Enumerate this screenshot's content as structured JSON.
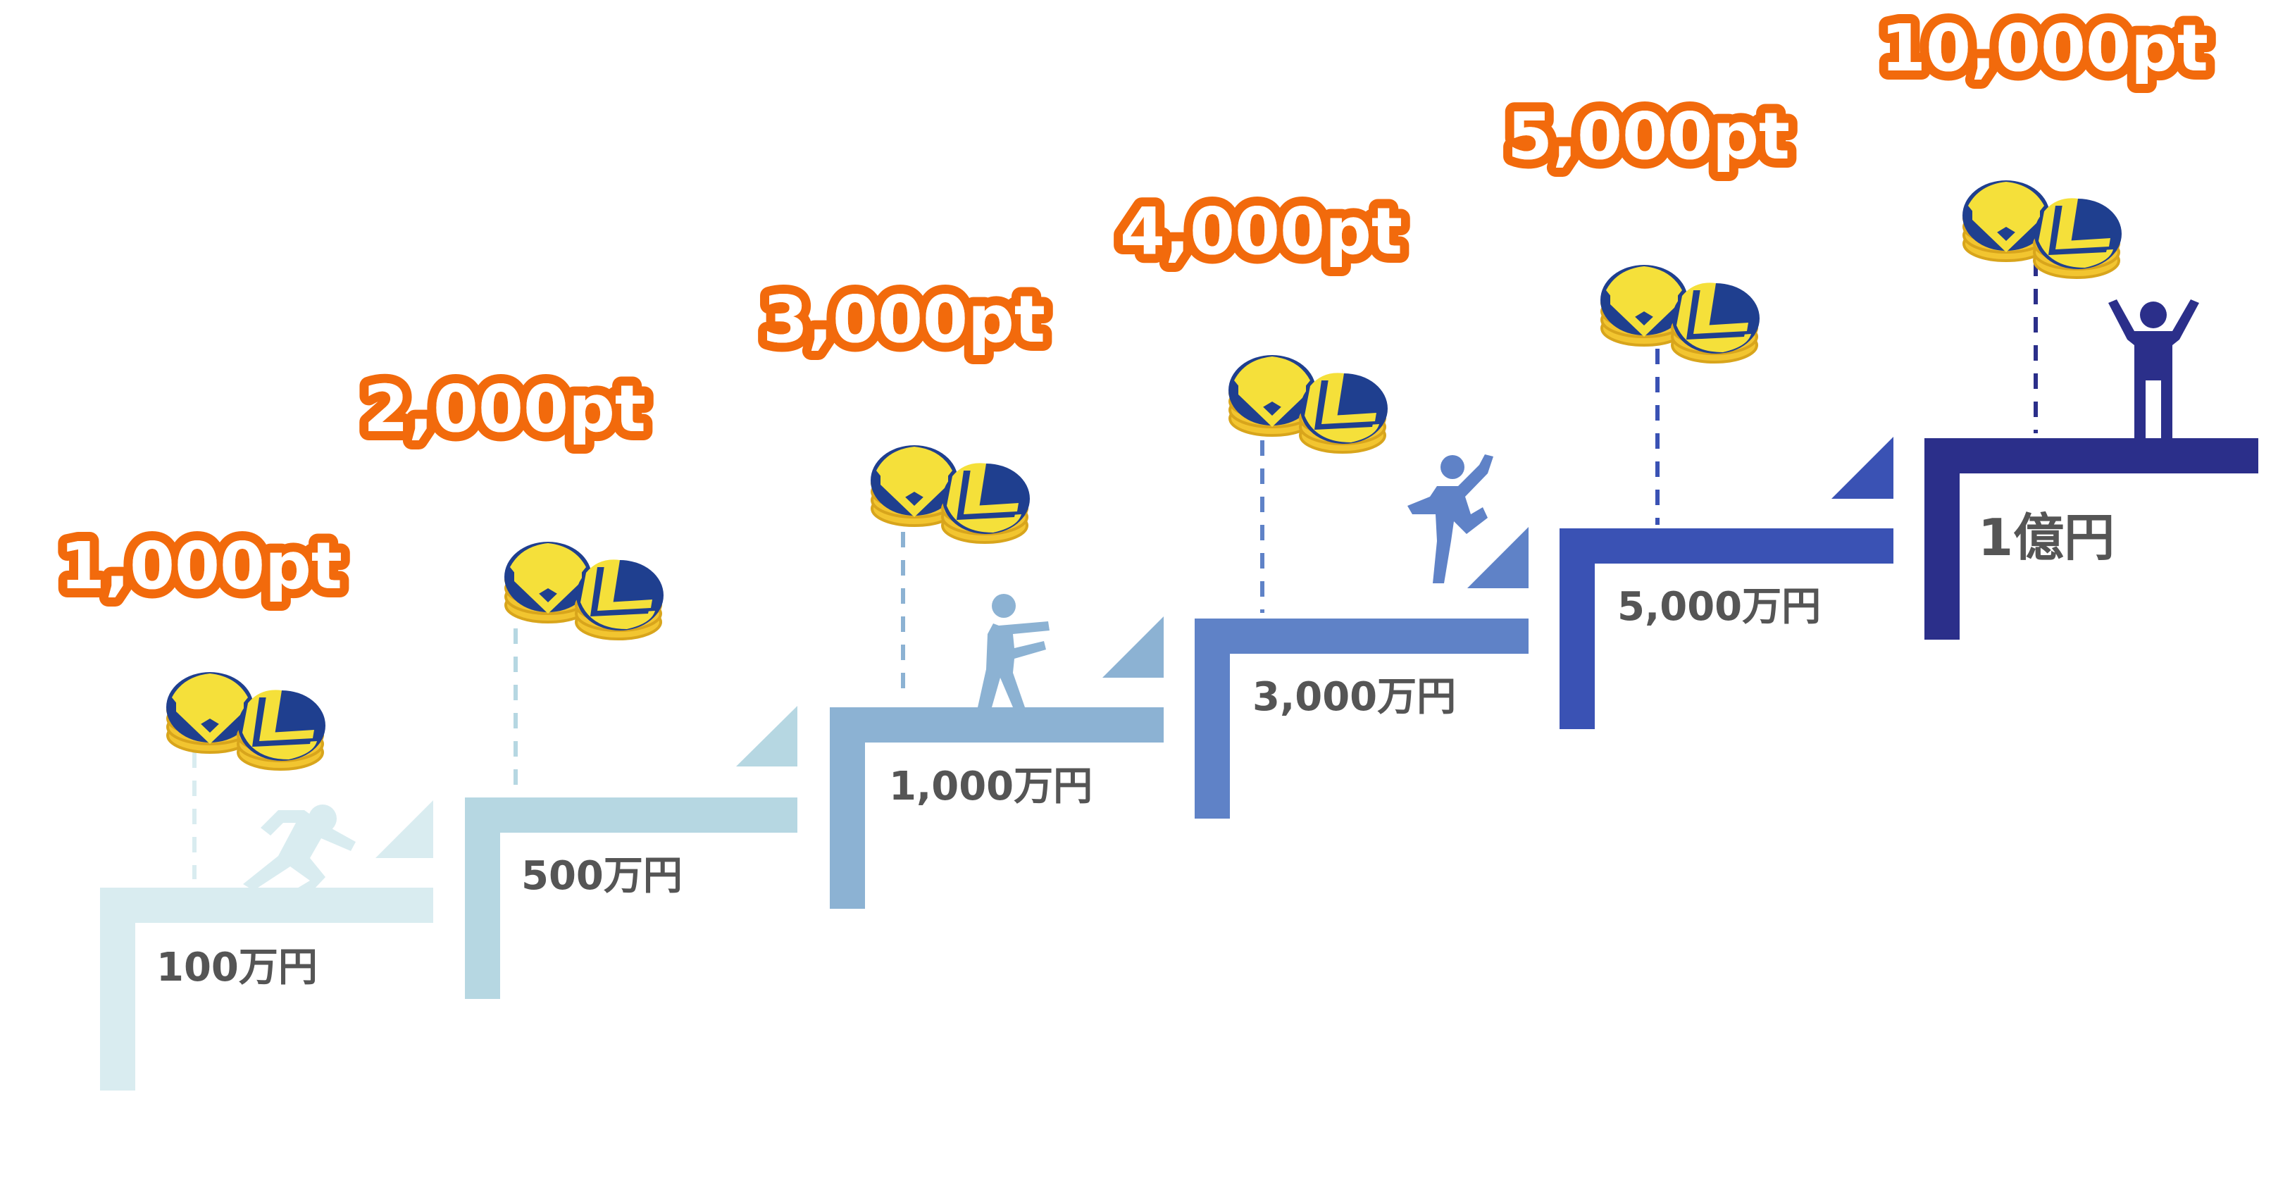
{
  "steps": [
    {
      "reward": "1,000pt",
      "amount": "100万円",
      "color": "#d9ecf0"
    },
    {
      "reward": "2,000pt",
      "amount": "500万円",
      "color": "#b6d7e2"
    },
    {
      "reward": "3,000pt",
      "amount": "1,000万円",
      "color": "#8cb2d3"
    },
    {
      "reward": "4,000pt",
      "amount": "3,000万円",
      "color": "#5f82c7"
    },
    {
      "reward": "5,000pt",
      "amount": "5,000万円",
      "color": "#3a52b4"
    },
    {
      "reward": "10,000pt",
      "amount": "1億円",
      "color": "#2b2f8a"
    }
  ],
  "colors": {
    "reward_outline": "#f26a0c",
    "coin_yellow": "#f5e03a",
    "coin_blue": "#1f3f8f",
    "coin_edge": "#d8a51c"
  },
  "icons": {
    "coin": "coin-stack-icon",
    "person": "climbing-person-icon"
  }
}
